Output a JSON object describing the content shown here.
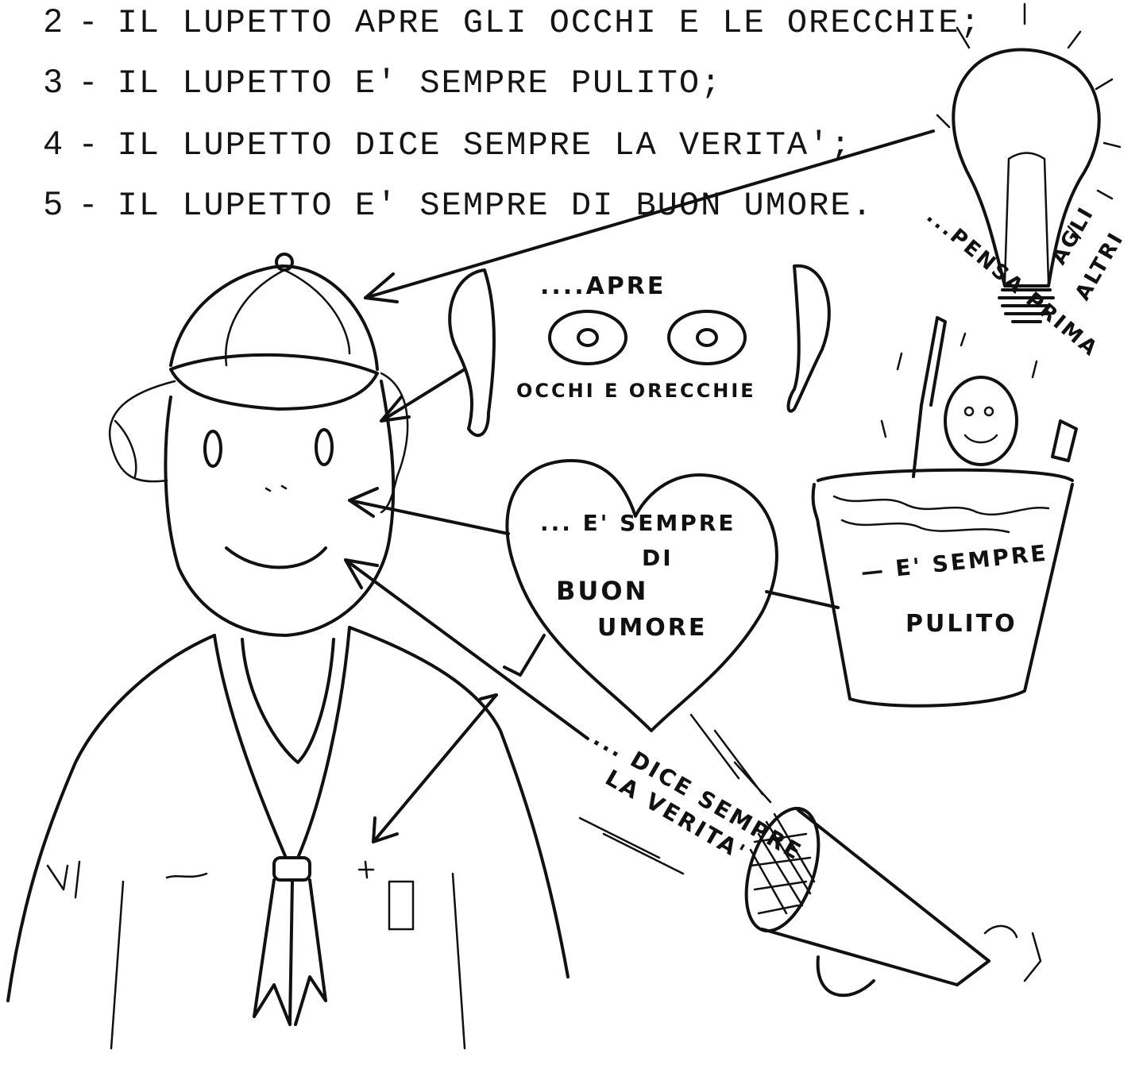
{
  "rules": [
    {
      "number": "2",
      "dash": "-",
      "text": "IL LUPETTO APRE GLI OCCHI E LE ORECCHIE;"
    },
    {
      "number": "3",
      "dash": "-",
      "text": "IL LUPETTO E' SEMPRE PULITO;"
    },
    {
      "number": "4",
      "dash": "-",
      "text": "IL LUPETTO DICE SEMPRE LA VERITA';"
    },
    {
      "number": "5",
      "dash": "-",
      "text": "IL LUPETTO E' SEMPRE DI BUON UMORE."
    }
  ],
  "drawing": {
    "bulb": {
      "line1": "...PENSA PRIMA",
      "line2": "AGLI",
      "line3": "ALTRI"
    },
    "ears_eyes": {
      "top": "....APRE",
      "bottom": "OCCHI E ORECCHIE"
    },
    "heart": {
      "line1": "... E' SEMPRE",
      "line2": "DI",
      "line3": "BUON",
      "line4": "UMORE"
    },
    "bucket": {
      "line1": "— E' SEMPRE",
      "line2": "PULITO"
    },
    "megaphone": {
      "line1": "... DICE SEMPRE",
      "line2": "LA VERITA'"
    }
  }
}
